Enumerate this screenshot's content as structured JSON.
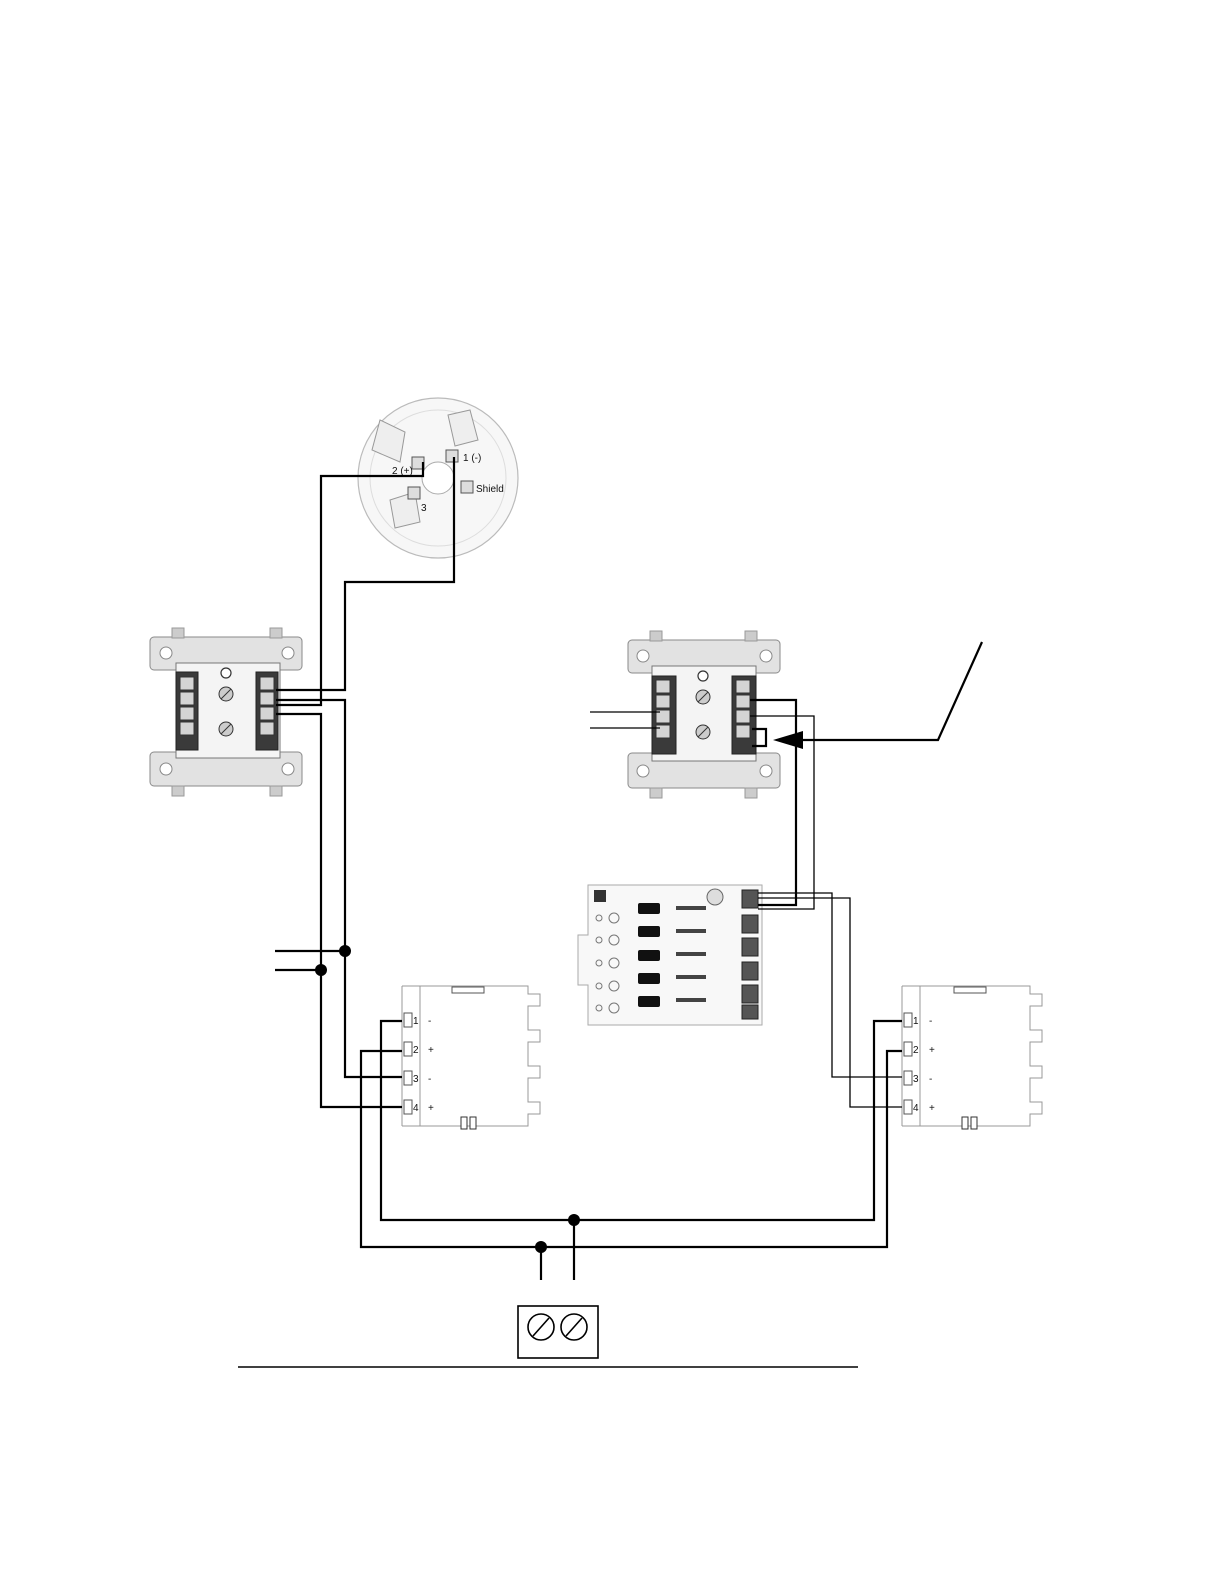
{
  "detector": {
    "terminal_2": "2 (+)",
    "terminal_1": "1 (-)",
    "terminal_3": "3",
    "shield": "Shield"
  },
  "power_supply_left": {
    "pins": [
      {
        "num": "1",
        "sign": "-"
      },
      {
        "num": "2",
        "sign": "+"
      },
      {
        "num": "3",
        "sign": "-"
      },
      {
        "num": "4",
        "sign": "+"
      }
    ]
  },
  "power_supply_right": {
    "pins": [
      {
        "num": "1",
        "sign": "-"
      },
      {
        "num": "2",
        "sign": "+"
      },
      {
        "num": "3",
        "sign": "-"
      },
      {
        "num": "4",
        "sign": "+"
      }
    ]
  },
  "colors": {
    "wire": "#000000",
    "plate": "#e2e2e2",
    "terminal_strip": "#3a3a3a"
  }
}
